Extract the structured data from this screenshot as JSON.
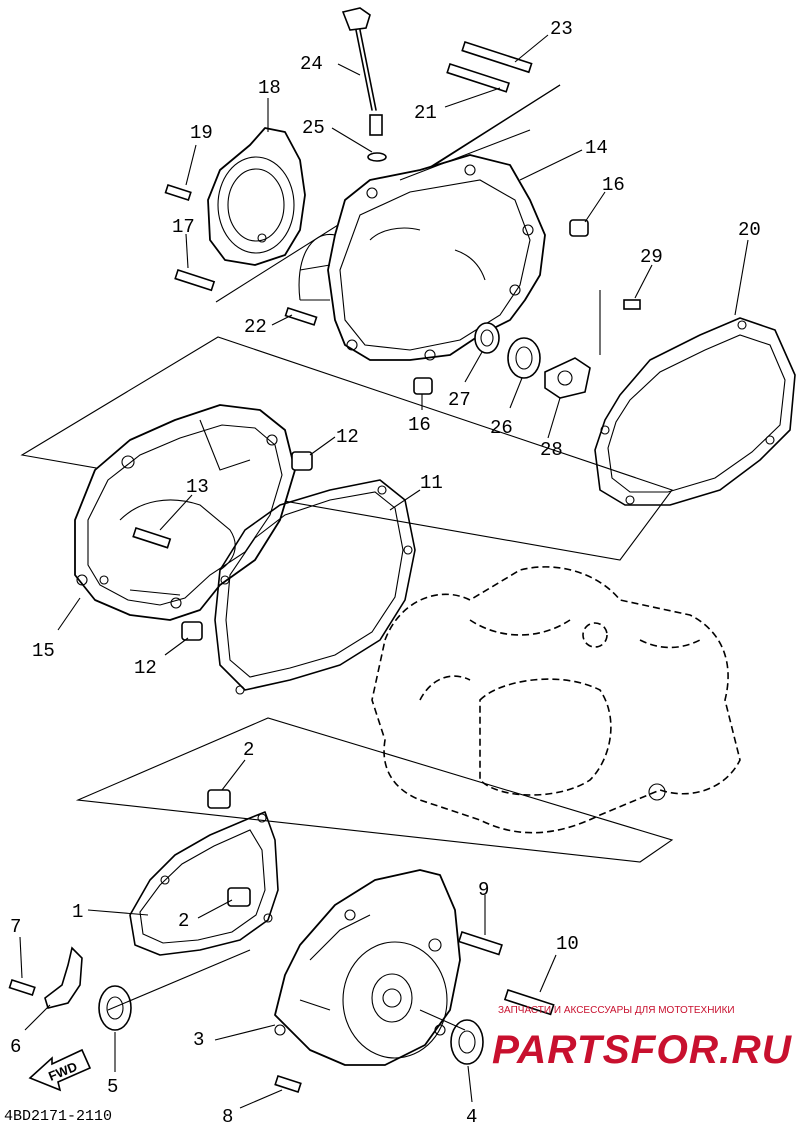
{
  "diagram": {
    "callouts": {
      "c1": "1",
      "c2a": "2",
      "c2b": "2",
      "c3": "3",
      "c4": "4",
      "c5": "5",
      "c6": "6",
      "c7": "7",
      "c8": "8",
      "c9": "9",
      "c10": "10",
      "c11": "11",
      "c12a": "12",
      "c12b": "12",
      "c13": "13",
      "c14": "14",
      "c15": "15",
      "c16a": "16",
      "c16b": "16",
      "c17": "17",
      "c18": "18",
      "c19": "19",
      "c20": "20",
      "c21": "21",
      "c22": "22",
      "c23": "23",
      "c24": "24",
      "c25": "25",
      "c26": "26",
      "c27": "27",
      "c28": "28",
      "c29": "29"
    },
    "figure_code": "4BD2171-2110",
    "fwd_label": "FWD"
  },
  "watermark": {
    "tagline": "ЗАПЧАСТИ И АКСЕССУАРЫ ДЛЯ МОТОТЕХНИКИ",
    "brand": "PARTSFOR.RU",
    "color": "#c8102e"
  }
}
